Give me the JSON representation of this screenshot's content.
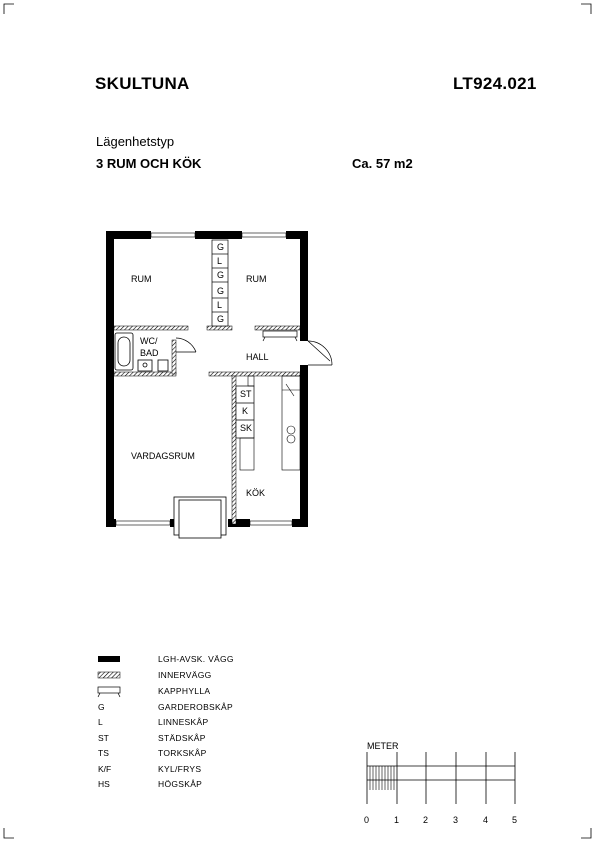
{
  "header": {
    "project": "SKULTUNA",
    "code": "LT924.021",
    "type_label": "Lägenhetstyp",
    "type_value": "3 RUM OCH KÖK",
    "area": "Ca. 57 m2"
  },
  "rooms": {
    "rum_left": "RUM",
    "rum_right": "RUM",
    "wc_bad_1": "WC/",
    "wc_bad_2": "BAD",
    "hall": "HALL",
    "vardagsrum": "VARDAGSRUM",
    "kok": "KÖK"
  },
  "closets": {
    "g1": "G",
    "l1": "L",
    "g2": "G",
    "g3": "G",
    "l2": "L",
    "g4": "G",
    "st": "ST",
    "k": "K",
    "sk": "SK"
  },
  "legend": [
    {
      "symbol": "",
      "label": "LGH-AVSK. VÄGG"
    },
    {
      "symbol": "",
      "label": "INNERVÄGG"
    },
    {
      "symbol": "",
      "label": "KAPPHYLLA"
    },
    {
      "symbol": "G",
      "label": "GARDEROBSKÅP"
    },
    {
      "symbol": "L",
      "label": "LINNESKÅP"
    },
    {
      "symbol": "ST",
      "label": "STÄDSKÅP"
    },
    {
      "symbol": "TS",
      "label": "TORKSKÅP"
    },
    {
      "symbol": "K/F",
      "label": "KYL/FRYS"
    },
    {
      "symbol": "HS",
      "label": "HÖGSKÅP"
    }
  ],
  "scale": {
    "title": "METER",
    "ticks": [
      "0",
      "1",
      "2",
      "3",
      "4",
      "5"
    ]
  }
}
